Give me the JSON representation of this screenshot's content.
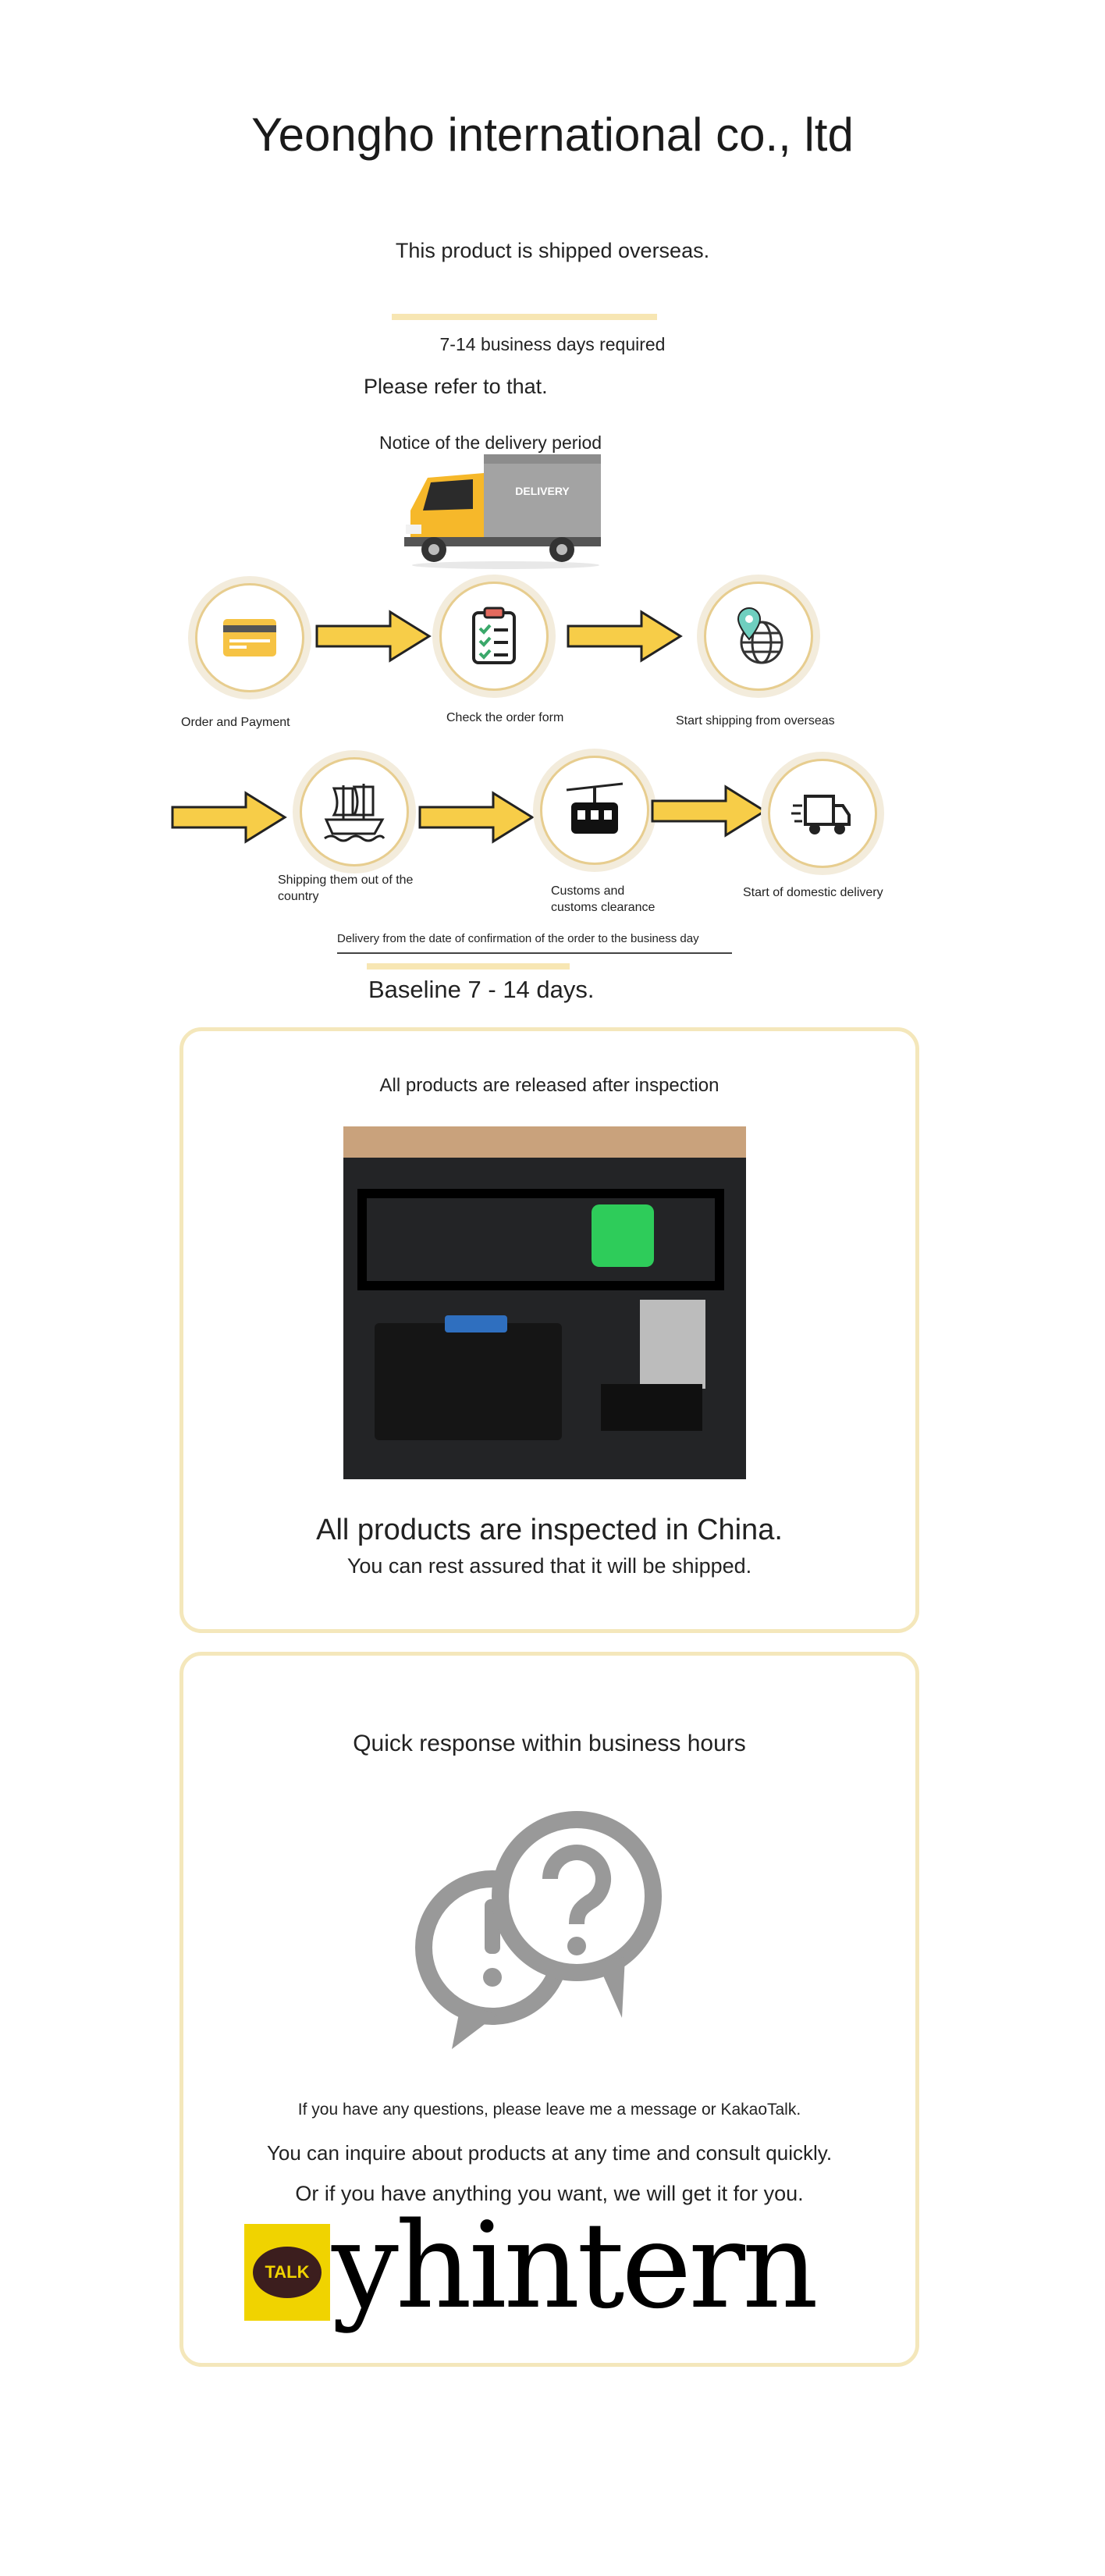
{
  "header": {
    "company": "Yeongho international co., ltd",
    "shipped": "This product is shipped overseas.",
    "days_required": "7-14 business days required",
    "refer": "Please refer to that.",
    "notice": "Notice of the delivery period",
    "truck_label": "DELIVERY"
  },
  "steps": [
    {
      "label": "Order and Payment",
      "icon": "credit-card-icon"
    },
    {
      "label": "Check the order form",
      "icon": "clipboard-checklist-icon"
    },
    {
      "label": "Start shipping from overseas",
      "icon": "globe-pin-icon"
    },
    {
      "label_line1": "Shipping them out of the",
      "label_line2": "country",
      "icon": "ship-icon"
    },
    {
      "label_line1": "Customs and",
      "label_line2": "customs clearance",
      "icon": "cable-car-icon"
    },
    {
      "label": "Start of domestic delivery",
      "icon": "delivery-truck-icon"
    }
  ],
  "delivery_note": "Delivery from the date of confirmation of the order to the business day",
  "baseline": "Baseline 7 - 14 days.",
  "inspection": {
    "top_text": "All products are released after inspection",
    "headline": "All products are inspected in China.",
    "sub": "You can rest assured that it will be shipped."
  },
  "contact": {
    "headline": "Quick response within business hours",
    "line1": "If you have any questions, please leave me a message or KakaoTalk.",
    "line2": "You can inquire about products at any time and consult quickly.",
    "line3": "Or if you have anything you want, we will get it for you.",
    "talk_badge": "TALK",
    "kakao_id": "yhintern"
  },
  "colors": {
    "accent": "#f5c445",
    "highlight": "#f7e6b3",
    "gray_icon": "#9a9a9a"
  }
}
